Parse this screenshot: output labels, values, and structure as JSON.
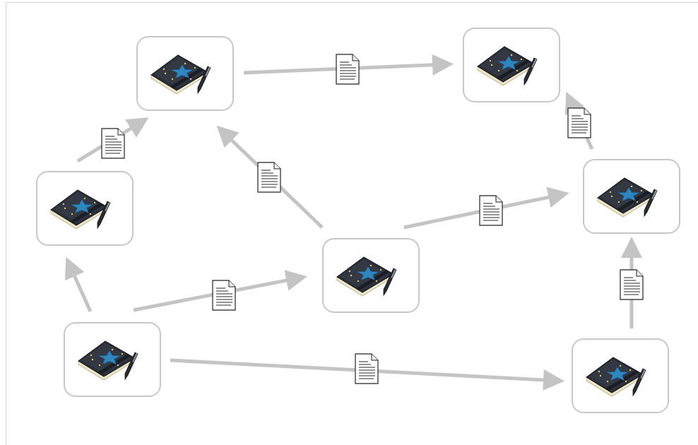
{
  "diagram": {
    "nodes": [
      {
        "id": "node-top-left",
        "icon": "notebook-star-icon"
      },
      {
        "id": "node-top-right",
        "icon": "notebook-star-icon"
      },
      {
        "id": "node-mid-left",
        "icon": "notebook-star-icon"
      },
      {
        "id": "node-center",
        "icon": "notebook-star-icon"
      },
      {
        "id": "node-mid-right",
        "icon": "notebook-star-icon"
      },
      {
        "id": "node-bottom-left",
        "icon": "notebook-star-icon"
      },
      {
        "id": "node-bottom-right",
        "icon": "notebook-star-icon"
      }
    ],
    "edges": [
      {
        "from": "node-mid-left",
        "to": "node-top-left",
        "doc": true
      },
      {
        "from": "node-top-left",
        "to": "node-top-right",
        "doc": true
      },
      {
        "from": "node-center",
        "to": "node-top-left",
        "doc": true
      },
      {
        "from": "node-center",
        "to": "node-mid-right",
        "doc": true
      },
      {
        "from": "node-bottom-left",
        "to": "node-mid-left",
        "doc": false
      },
      {
        "from": "node-bottom-left",
        "to": "node-center",
        "doc": true
      },
      {
        "from": "node-bottom-left",
        "to": "node-bottom-right",
        "doc": true
      },
      {
        "from": "node-bottom-right",
        "to": "node-mid-right",
        "doc": true
      },
      {
        "from": "node-mid-right",
        "to": "node-top-right",
        "doc": true
      }
    ],
    "colors": {
      "node_border": "#c8c8c8",
      "arrow": "#c4c4c4",
      "notebook_cover": "#2b2f38",
      "notebook_pages": "#efe6c8",
      "star": "#2e86c1",
      "doc_lines": "#555555"
    },
    "edge_icon": "document-icon"
  }
}
